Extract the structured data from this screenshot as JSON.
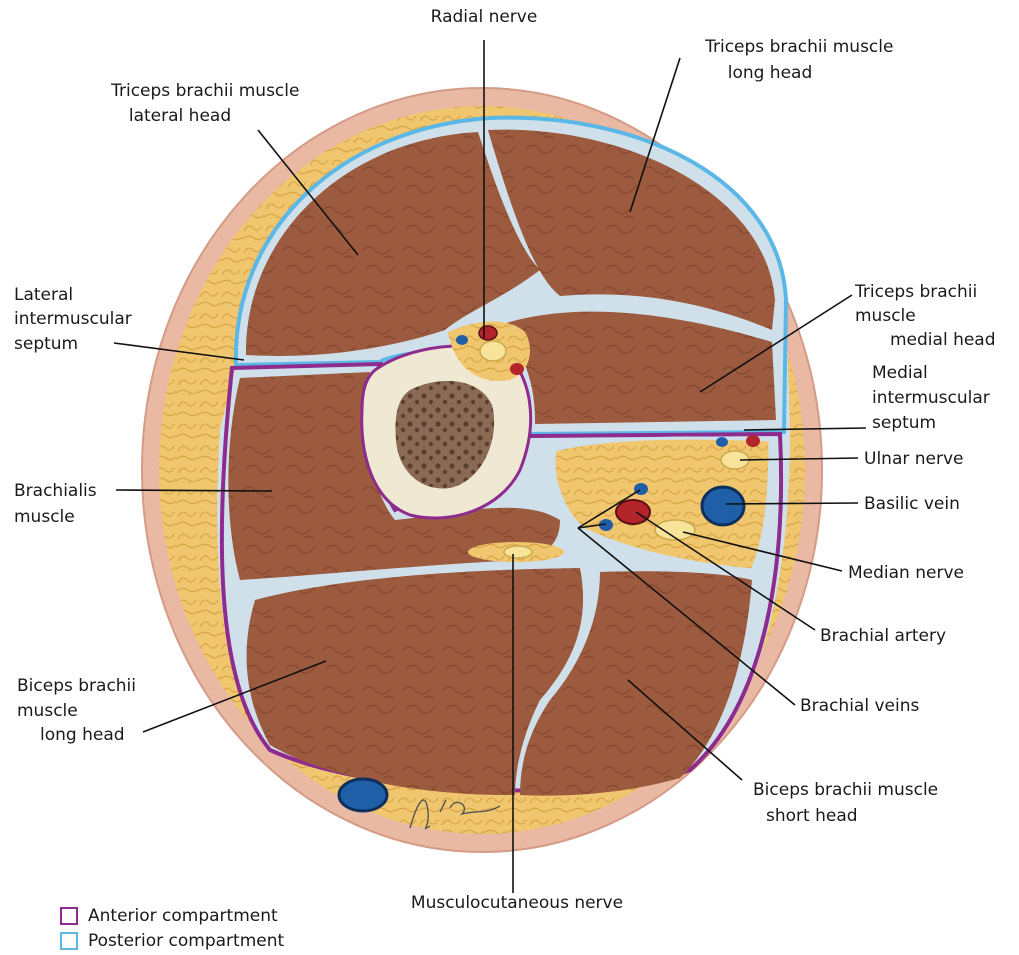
{
  "labels": {
    "radial_nerve": "Radial nerve",
    "triceps_long": [
      "Triceps brachii muscle",
      "long head"
    ],
    "triceps_lateral": [
      "Triceps brachii muscle",
      "lateral head"
    ],
    "lateral_septum": [
      "Lateral",
      "intermuscular",
      "septum"
    ],
    "triceps_medial": [
      "Triceps brachii",
      "muscle",
      "medial head"
    ],
    "medial_septum": [
      "Medial",
      "intermuscular",
      "septum"
    ],
    "ulnar_nerve": "Ulnar nerve",
    "brachialis": [
      "Brachialis",
      "muscle"
    ],
    "basilic_vein": "Basilic vein",
    "median_nerve": "Median nerve",
    "brachial_artery": "Brachial artery",
    "biceps_long": [
      "Biceps brachii",
      "muscle",
      "long head"
    ],
    "brachial_veins": "Brachial veins",
    "biceps_short": [
      "Biceps brachii muscle",
      "short head"
    ],
    "musculocutaneous": "Musculocutaneous nerve",
    "signature": "L. Kendall"
  },
  "legend": [
    {
      "label": "Anterior compartment",
      "color": "#8e2b8e"
    },
    {
      "label": "Posterior compartment",
      "color": "#5bb8e6"
    }
  ],
  "colors": {
    "skin": "#e9b9a3",
    "fat": "#f0c66e",
    "muscle": "#9c5a3e",
    "fascia": "#cfe0ea",
    "bone": "#efe8d2",
    "marrow": "#7b5a45",
    "artery": "#b3242b",
    "vein": "#1f5fa8",
    "nerve": "#f7e49a"
  }
}
